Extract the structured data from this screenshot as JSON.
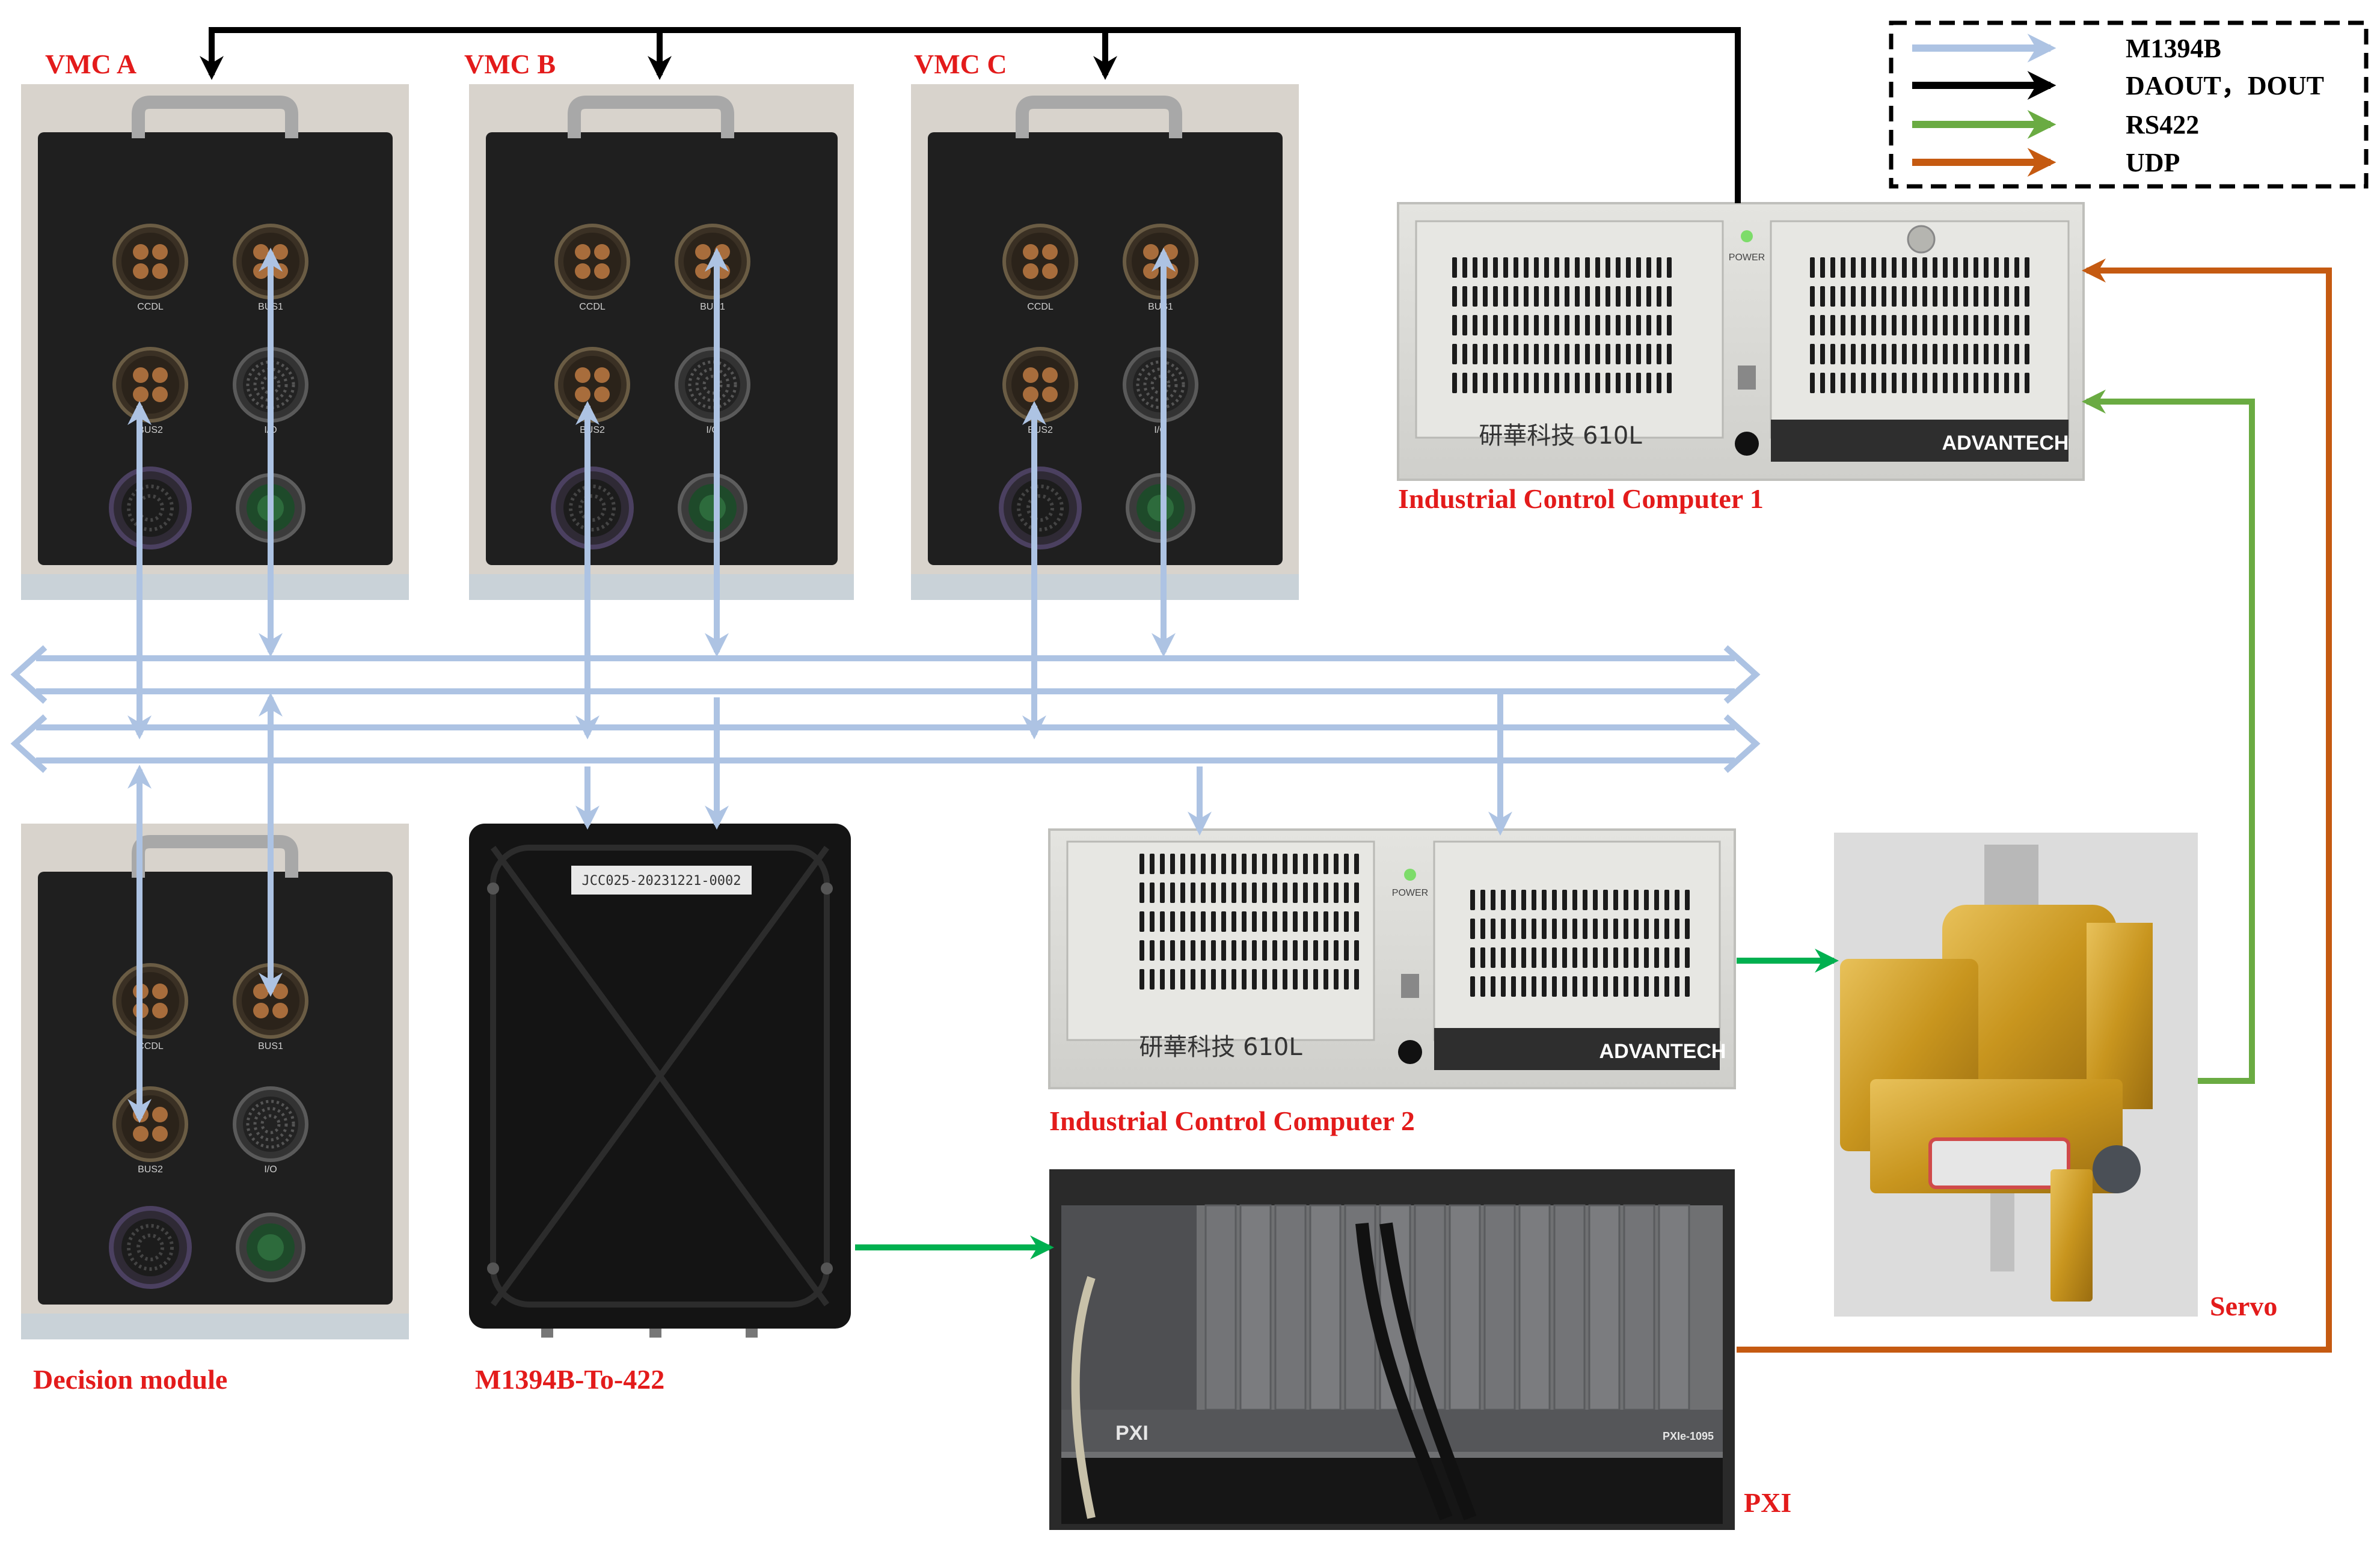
{
  "legend": [
    {
      "label": "M1394B",
      "color": "#adc3e3"
    },
    {
      "label": "DAOUT，DOUT",
      "color": "#000000"
    },
    {
      "label": "RS422",
      "color": "#6aab42"
    },
    {
      "label": "UDP",
      "color": "#c55a11"
    }
  ],
  "modules": {
    "vmc_a": "VMC A",
    "vmc_b": "VMC B",
    "vmc_c": "VMC C",
    "decision": "Decision module",
    "converter": "M1394B-To-422",
    "icc1": "Industrial Control Computer 1",
    "icc2": "Industrial Control Computer 2",
    "pxi": "PXI",
    "servo": "Servo"
  },
  "connector_labels": {
    "ccdl": "CCDL",
    "bus1": "BUS1",
    "bus2": "BUS2",
    "io": "I/O"
  },
  "device_text": {
    "brand": "ADVANTECH",
    "model": "研華科技 610L",
    "power": "POWER",
    "serial": "JCC025-20231221-0002",
    "pxi_badge": "PXI",
    "pxi_model": "PXIe-1095"
  },
  "colors": {
    "m1394b": "#adc3e3",
    "daout": "#000000",
    "rs422": "#6aab42",
    "udp": "#c55a11",
    "green_link": "#00b050",
    "label_red": "#e31b1b"
  }
}
